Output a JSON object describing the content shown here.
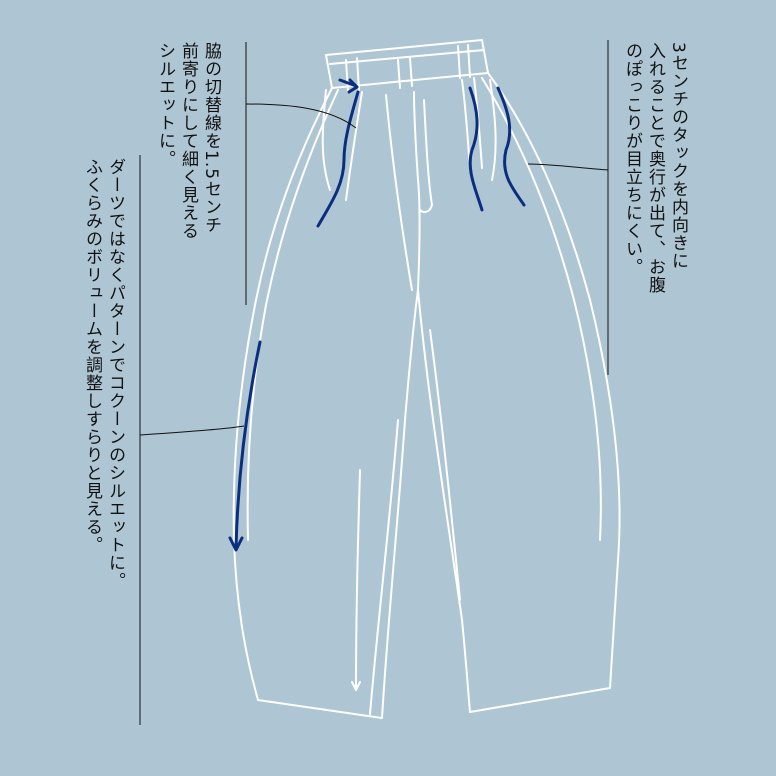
{
  "colors": {
    "background": "#aec5d3",
    "outline": "#ffffff",
    "arrow": "#0b2f7e",
    "leader": "#111111"
  },
  "notes": {
    "right": [
      "3センチのタックを内向きに",
      "入れることで奥行が出て、お腹",
      "のぽっこりが目立ちにくい。"
    ],
    "left_top": [
      "脇の切替線を1.5センチ",
      "前寄りにして細く見える",
      "シルエットに。"
    ],
    "left_bottom": [
      "ダーツではなくパターンでコクーンのシルエットに。",
      "ふくらみのボリュームを調整しすらりと見える。"
    ]
  }
}
